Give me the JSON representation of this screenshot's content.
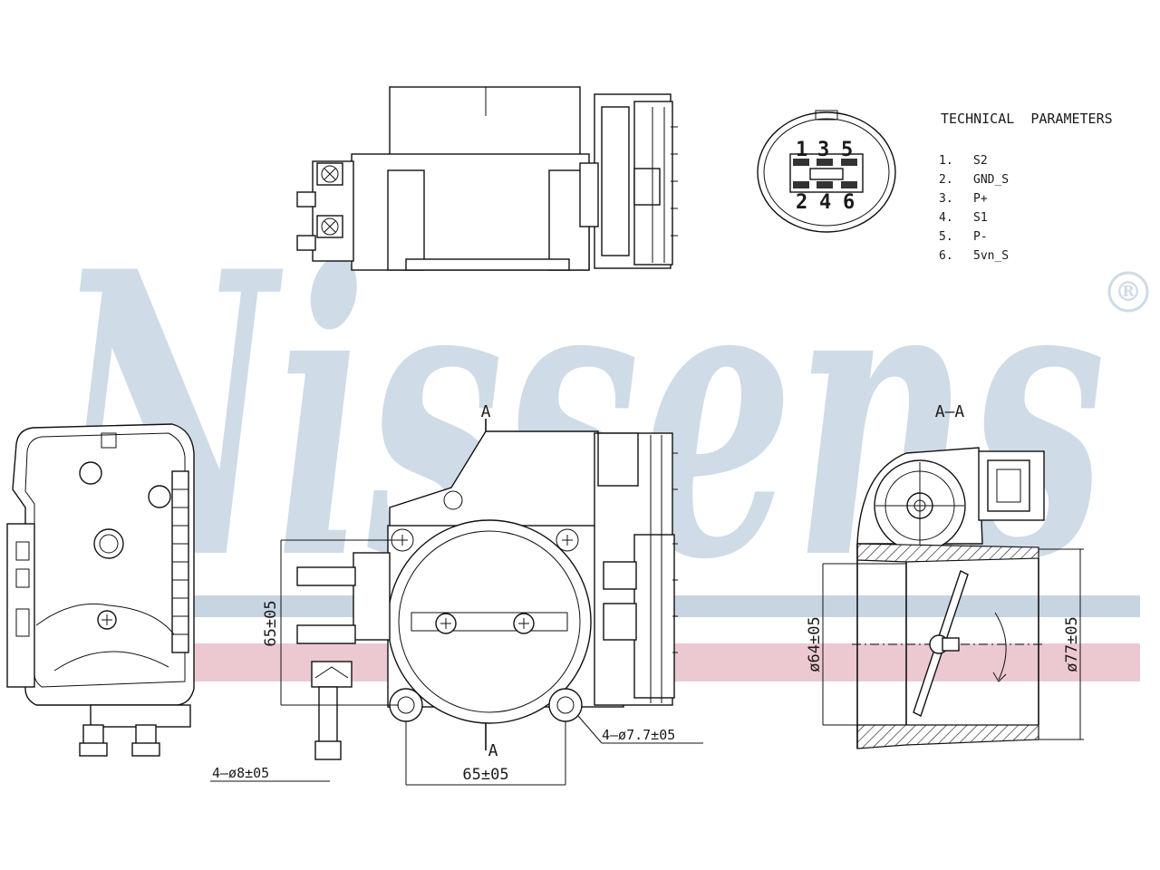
{
  "watermark": {
    "brand": "Nissens",
    "registered_mark": "®",
    "brand_color": "#cfdbe6",
    "stripe_blue": "#c7d5e2",
    "stripe_pink": "#ecc9d1"
  },
  "technical": {
    "title": "TECHNICAL  PARAMETERS",
    "pins": [
      {
        "num": "1.",
        "name": "S2"
      },
      {
        "num": "2.",
        "name": "GND_S"
      },
      {
        "num": "3.",
        "name": "P+"
      },
      {
        "num": "4.",
        "name": "S1"
      },
      {
        "num": "5.",
        "name": "P-"
      },
      {
        "num": "6.",
        "name": "5vn_S"
      }
    ]
  },
  "connector": {
    "top_pins": [
      "1",
      "3",
      "5"
    ],
    "bottom_pins": [
      "2",
      "4",
      "6"
    ]
  },
  "dimensions": {
    "section_top": "A",
    "section_bottom": "A",
    "section_view": "A—A",
    "height": "65±05",
    "width": "65±05",
    "mount_holes": "4—ø7.7±05",
    "pin_holes": "4—ø8±05",
    "inner_dia": "ø64±05",
    "outer_dia": "ø77±05"
  }
}
